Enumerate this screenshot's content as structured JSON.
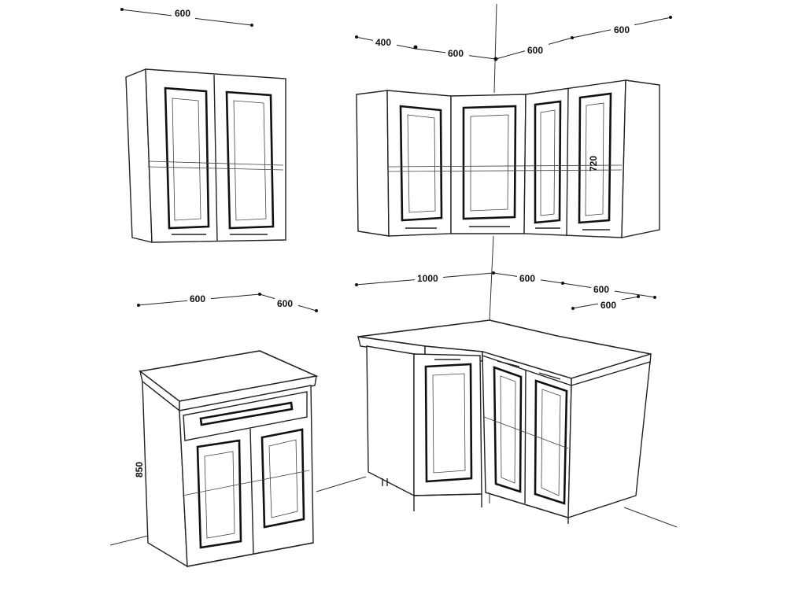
{
  "dimensions": {
    "upper_left_width": "600",
    "upper_corner_left_depth": "400",
    "upper_corner_left_width": "600",
    "upper_corner_right_width": "600",
    "upper_corner_right_far": "600",
    "upper_height": "720",
    "base_left_width": "600",
    "base_left_depth": "600",
    "base_left_height": "850",
    "base_corner_left": "1000",
    "base_corner_mid": "600",
    "base_corner_right_outer": "600",
    "base_corner_right_inner": "600"
  }
}
